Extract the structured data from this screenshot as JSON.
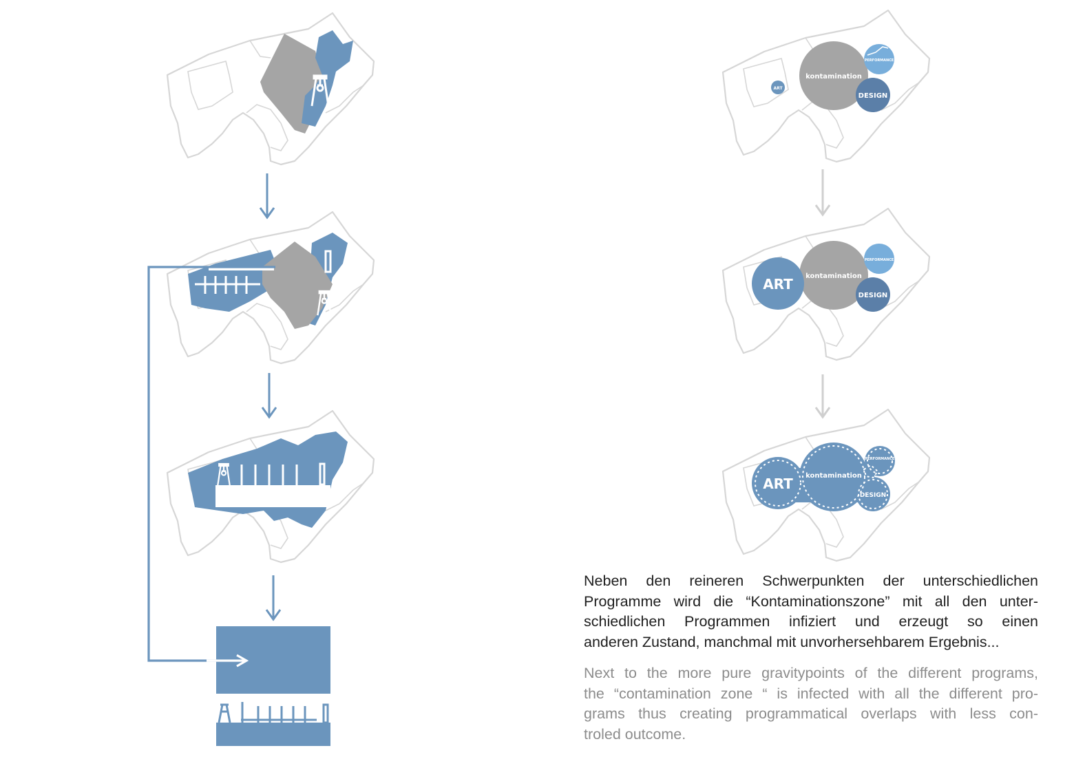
{
  "colors": {
    "blue": "#6b95bd",
    "blue_dark": "#5b7fa8",
    "blue_light": "#78aedb",
    "grey": "#a5a5a5",
    "outline": "#d6d6d6",
    "arrow_grey": "#cfcfcf",
    "text_dark": "#1e1e1e",
    "text_light": "#8c8c8c"
  },
  "bubbles": {
    "art": "ART",
    "contamination": "kontamination",
    "design": "DESIGN",
    "performance": "PERFORMANCE"
  },
  "text_de": [
    "Neben den reineren Schwerpunkten der unterschiedlichen",
    "Programme wird die “Kontaminationszone” mit all den unter-",
    "schiedlichen Programmen infiziert und erzeugt so einen",
    "anderen Zustand, manchmal mit unvorhersehbarem Ergebnis..."
  ],
  "text_en": [
    "Next to the more pure gravitypoints of the different programs,",
    "the  “contamination zone “ is infected with all the different pro-",
    "grams thus creating programmatical overlaps with less con-",
    "troled outcome."
  ]
}
